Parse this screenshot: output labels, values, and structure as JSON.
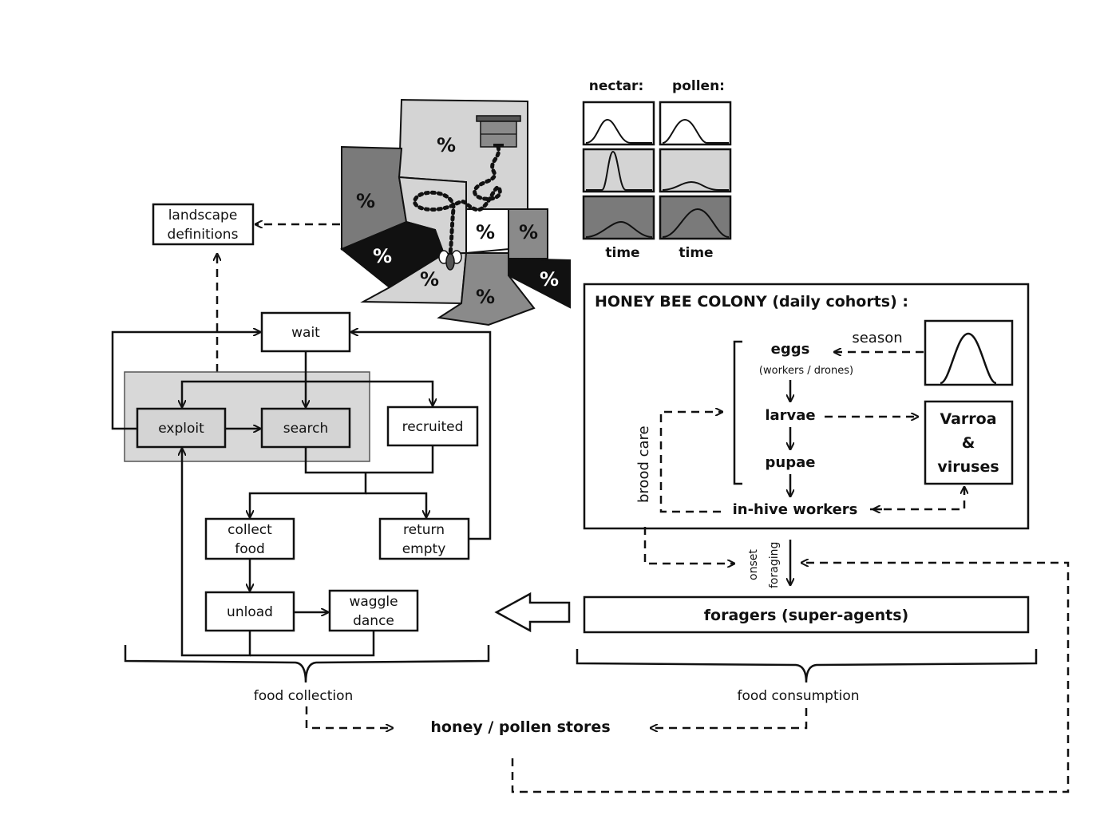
{
  "landscape": {
    "definitions_box": [
      "landscape",
      "definitions"
    ],
    "patch_symbol": "%"
  },
  "resource_panel": {
    "nectar_label": "nectar:",
    "pollen_label": "pollen:",
    "time_label": "time"
  },
  "foraging_model": {
    "wait": "wait",
    "exploit": "exploit",
    "search": "search",
    "recruited": "recruited",
    "collect_food": [
      "collect",
      "food"
    ],
    "return_empty": [
      "return",
      "empty"
    ],
    "unload": "unload",
    "waggle_dance": [
      "waggle",
      "dance"
    ],
    "food_collection": "food collection"
  },
  "colony": {
    "title": "HONEY BEE COLONY (daily cohorts) :",
    "eggs": "eggs",
    "eggs_note": "(workers / drones)",
    "season": "season",
    "larvae": "larvae",
    "pupae": "pupae",
    "in_hive_workers": "in-hive workers",
    "varroa": [
      "Varroa",
      "&",
      "viruses"
    ],
    "brood_care": "brood care",
    "onset_foraging": [
      "onset",
      "foraging"
    ],
    "foragers": "foragers (super-agents)",
    "food_consumption": "food consumption"
  },
  "stores": "honey / pollen stores",
  "colors": {
    "light_gray": "#d4d4d4",
    "mid_gray": "#8a8a8a",
    "dark_gray": "#6a6a6a",
    "black": "#111111"
  }
}
